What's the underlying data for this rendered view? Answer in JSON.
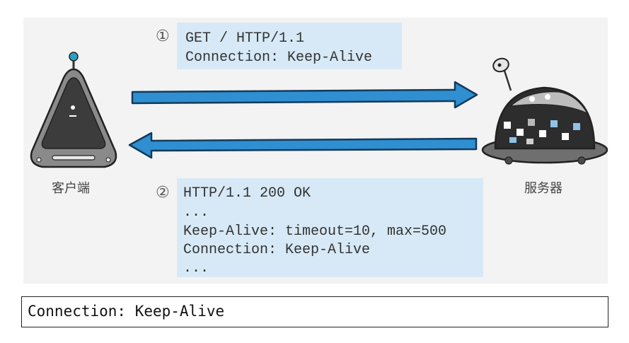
{
  "request": {
    "step": "①",
    "lines": [
      "GET / HTTP/1.1",
      "Connection: Keep-Alive"
    ]
  },
  "response": {
    "step": "②",
    "lines": [
      "HTTP/1.1 200 OK",
      "...",
      "Keep-Alive: timeout=10, max=500",
      "Connection: Keep-Alive",
      "..."
    ]
  },
  "labels": {
    "client": "客户端",
    "server": "服务器"
  },
  "colors": {
    "arrow": "#2f8fd0",
    "arrow_outline": "#123a5c",
    "box_fill": "#d7e9f6"
  },
  "code_strip": {
    "text": "Connection: Keep-Alive"
  }
}
